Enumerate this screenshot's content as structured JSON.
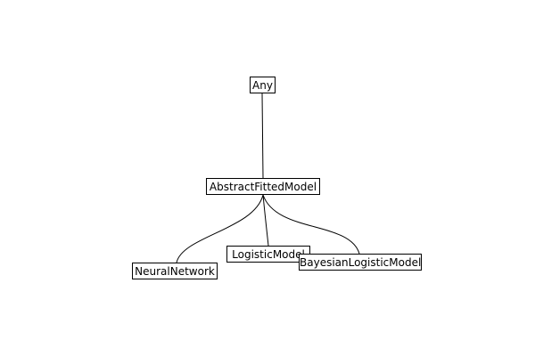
{
  "diagram": {
    "type": "type-hierarchy-tree",
    "nodes": [
      {
        "id": "any",
        "label": "Any"
      },
      {
        "id": "abstract",
        "label": "AbstractFittedModel"
      },
      {
        "id": "neural",
        "label": "NeuralNetwork"
      },
      {
        "id": "logistic",
        "label": "LogisticModel"
      },
      {
        "id": "bayesian",
        "label": "BayesianLogisticModel"
      }
    ],
    "edges": [
      {
        "from": "any",
        "to": "abstract"
      },
      {
        "from": "abstract",
        "to": "neural"
      },
      {
        "from": "abstract",
        "to": "logistic"
      },
      {
        "from": "abstract",
        "to": "bayesian"
      }
    ]
  }
}
